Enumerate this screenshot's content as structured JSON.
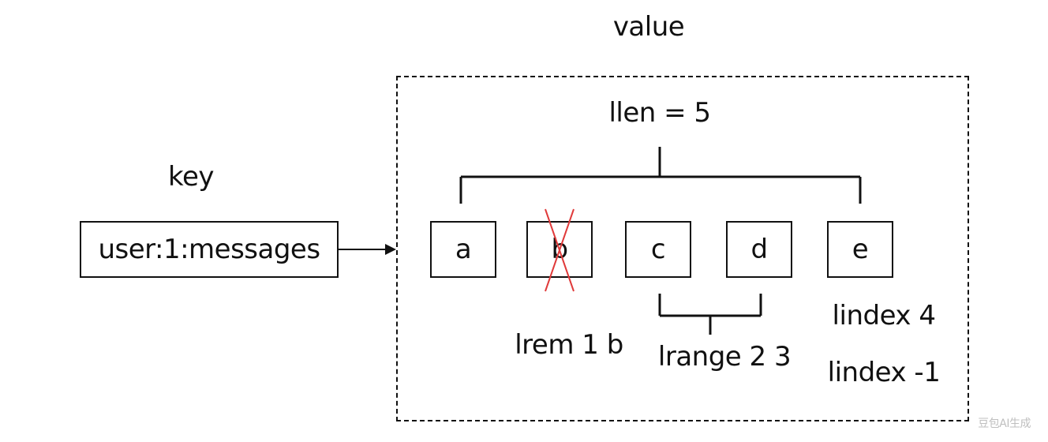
{
  "title": "value",
  "key_label": "key",
  "key_name": "user:1:messages",
  "llen_label": "llen = 5",
  "elements": [
    "a",
    "b",
    "c",
    "d",
    "e"
  ],
  "removed_element": "b",
  "lrem_label": "lrem 1 b",
  "lrange_label": "lrange 2 3",
  "lindex_positive_label": "lindex 4",
  "lindex_negative_label": "lindex -1",
  "watermark": "豆包AI生成",
  "colors": {
    "stroke": "#111111",
    "cross": "#e03a3a"
  }
}
